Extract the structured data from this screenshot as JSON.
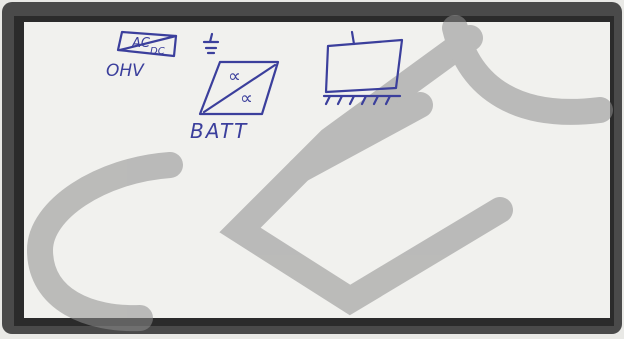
{
  "photo": {
    "colors": {
      "background": "#e9e9e6",
      "frame_outer": "#4a4a4a",
      "frame_inner": "#2b2b2b",
      "paper": "#f1f1ee",
      "watermark": "#8e8e8e",
      "ink": "#3b3f9c"
    },
    "watermark": {
      "text": "CE"
    },
    "sketch": {
      "left_box": {
        "top_text": "AC",
        "inner_text": "DC",
        "label": "OHV"
      },
      "battery": {
        "top_symbol": "∝",
        "bottom_symbol": "∝",
        "label": "BATT"
      },
      "ground_symbol": "ground-symbol",
      "right_box": "chassis-box"
    }
  }
}
